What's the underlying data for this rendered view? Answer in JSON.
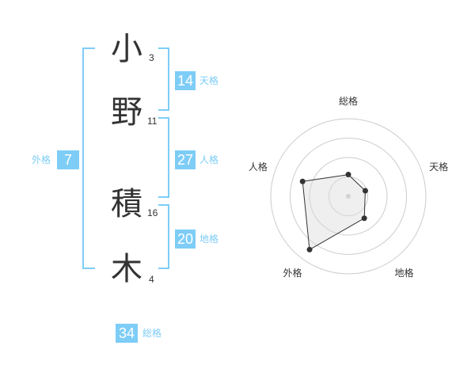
{
  "name": {
    "chars": [
      {
        "char": "小",
        "strokes": "3"
      },
      {
        "char": "野",
        "strokes": "11"
      },
      {
        "char": "積",
        "strokes": "16"
      },
      {
        "char": "木",
        "strokes": "4"
      }
    ]
  },
  "kaku": {
    "ten": {
      "value": "14",
      "label": "天格"
    },
    "jin": {
      "value": "27",
      "label": "人格"
    },
    "chi": {
      "value": "20",
      "label": "地格"
    },
    "gai": {
      "value": "7",
      "label": "外格"
    },
    "sou": {
      "value": "34",
      "label": "総格"
    }
  },
  "colors": {
    "accent": "#7ecdf7",
    "text": "#333333",
    "grid": "#cccccc",
    "fill": "#eeeeee"
  },
  "chart_data": {
    "type": "radar",
    "axes": [
      "総格",
      "天格",
      "地格",
      "外格",
      "人格"
    ],
    "values": [
      0.28,
      0.23,
      0.35,
      0.85,
      0.62
    ],
    "rmax": 1,
    "rings": 4
  }
}
